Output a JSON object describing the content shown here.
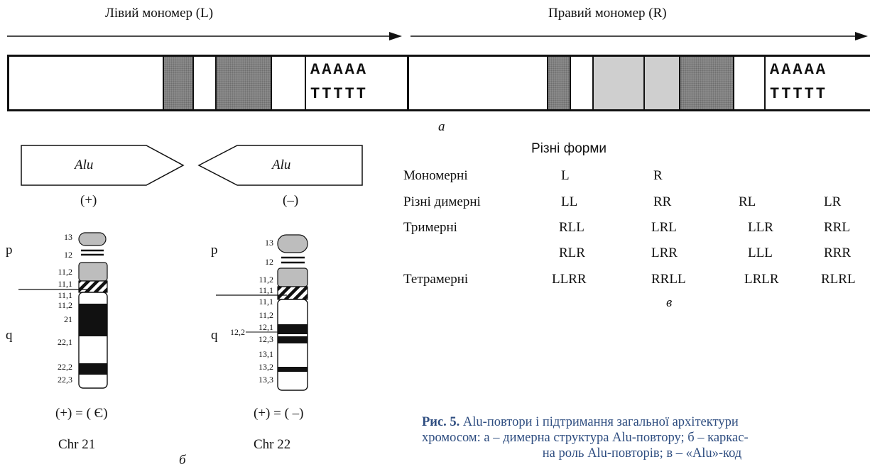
{
  "panel_a": {
    "left_title": "Лівий мономер (L)",
    "right_title": "Правий мономер (R)",
    "polyA": "AAAAA",
    "polyT": "TTTTT",
    "label": "а"
  },
  "panel_b": {
    "alu_plus_text": "Alu",
    "alu_minus_text": "Alu",
    "plus_sign": "(+)",
    "minus_sign": "(–)",
    "label": "б",
    "chr21": {
      "name": "Chr 21",
      "formula": "(+) = ( Є)",
      "p": "p",
      "q": "q",
      "bands": [
        "13",
        "12",
        "11,2",
        "11,1",
        "11,1",
        "11,2",
        "21",
        "22,1",
        "22,2",
        "22,3"
      ]
    },
    "chr22": {
      "name": "Chr 22",
      "formula": "(+) = ( –)",
      "p": "p",
      "q": "q",
      "bands": [
        "13",
        "12",
        "11,2",
        "11,1",
        "11,1",
        "11,2",
        "12,1",
        "12,2",
        "12,3",
        "13,1",
        "13,2",
        "13,3"
      ]
    }
  },
  "panel_c": {
    "heading": "Різні форми",
    "label": "в",
    "rows": [
      {
        "name": "Мономерні",
        "cells": [
          "L",
          "R",
          "",
          ""
        ]
      },
      {
        "name": "Різні димерні",
        "cells": [
          "LL",
          "RR",
          "RL",
          "LR"
        ]
      },
      {
        "name": "Тримерні",
        "cells": [
          "RLL",
          "LRL",
          "LLR",
          "RRL"
        ]
      },
      {
        "name": "",
        "cells": [
          "RLR",
          "LRR",
          "LLL",
          "RRR"
        ]
      },
      {
        "name": "Тетрамерні",
        "cells": [
          "LLRR",
          "RRLL",
          "LRLR",
          "RLRL"
        ]
      }
    ]
  },
  "caption": {
    "fig": "Рис. 5.",
    "line1": "Alu-повтори і підтримання загальної архітектури",
    "line2": "хромосом: а – димерна структура Alu-повтору; б – каркас-",
    "line3": "на роль Alu-повторів; в – «Alu»-код"
  }
}
